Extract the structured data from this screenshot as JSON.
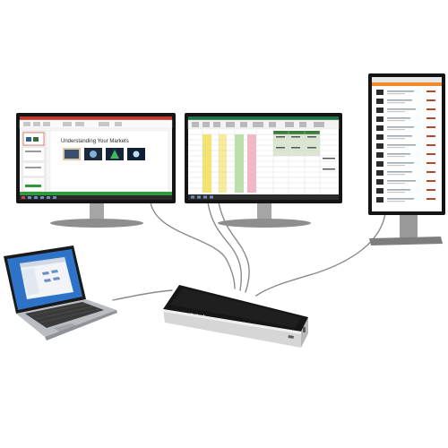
{
  "scene": {
    "background": "#ffffff",
    "cable_color": "#8a8a8a",
    "bezel_color": "#141414",
    "stand_color": "#9a9a9a"
  },
  "left_monitor": {
    "content": "presentation-slide",
    "slide_title": "Understanding Your Markets",
    "accent_color": "#c0392b",
    "taskbar_color": "#2b2b2b"
  },
  "center_monitor": {
    "content": "spreadsheet",
    "header_color": "#1e7145",
    "highlight_colors": [
      "#f4e56a",
      "#b8e0a8",
      "#f3b6c4"
    ]
  },
  "right_monitor": {
    "content": "product-listing-webpage",
    "orientation": "portrait"
  },
  "laptop": {
    "content": "desktop-explorer-window",
    "desktop_color": "#2f73c9"
  },
  "dock": {
    "brand": "startech",
    "top_color": "#161616",
    "body_color": "#d6d6d6"
  }
}
